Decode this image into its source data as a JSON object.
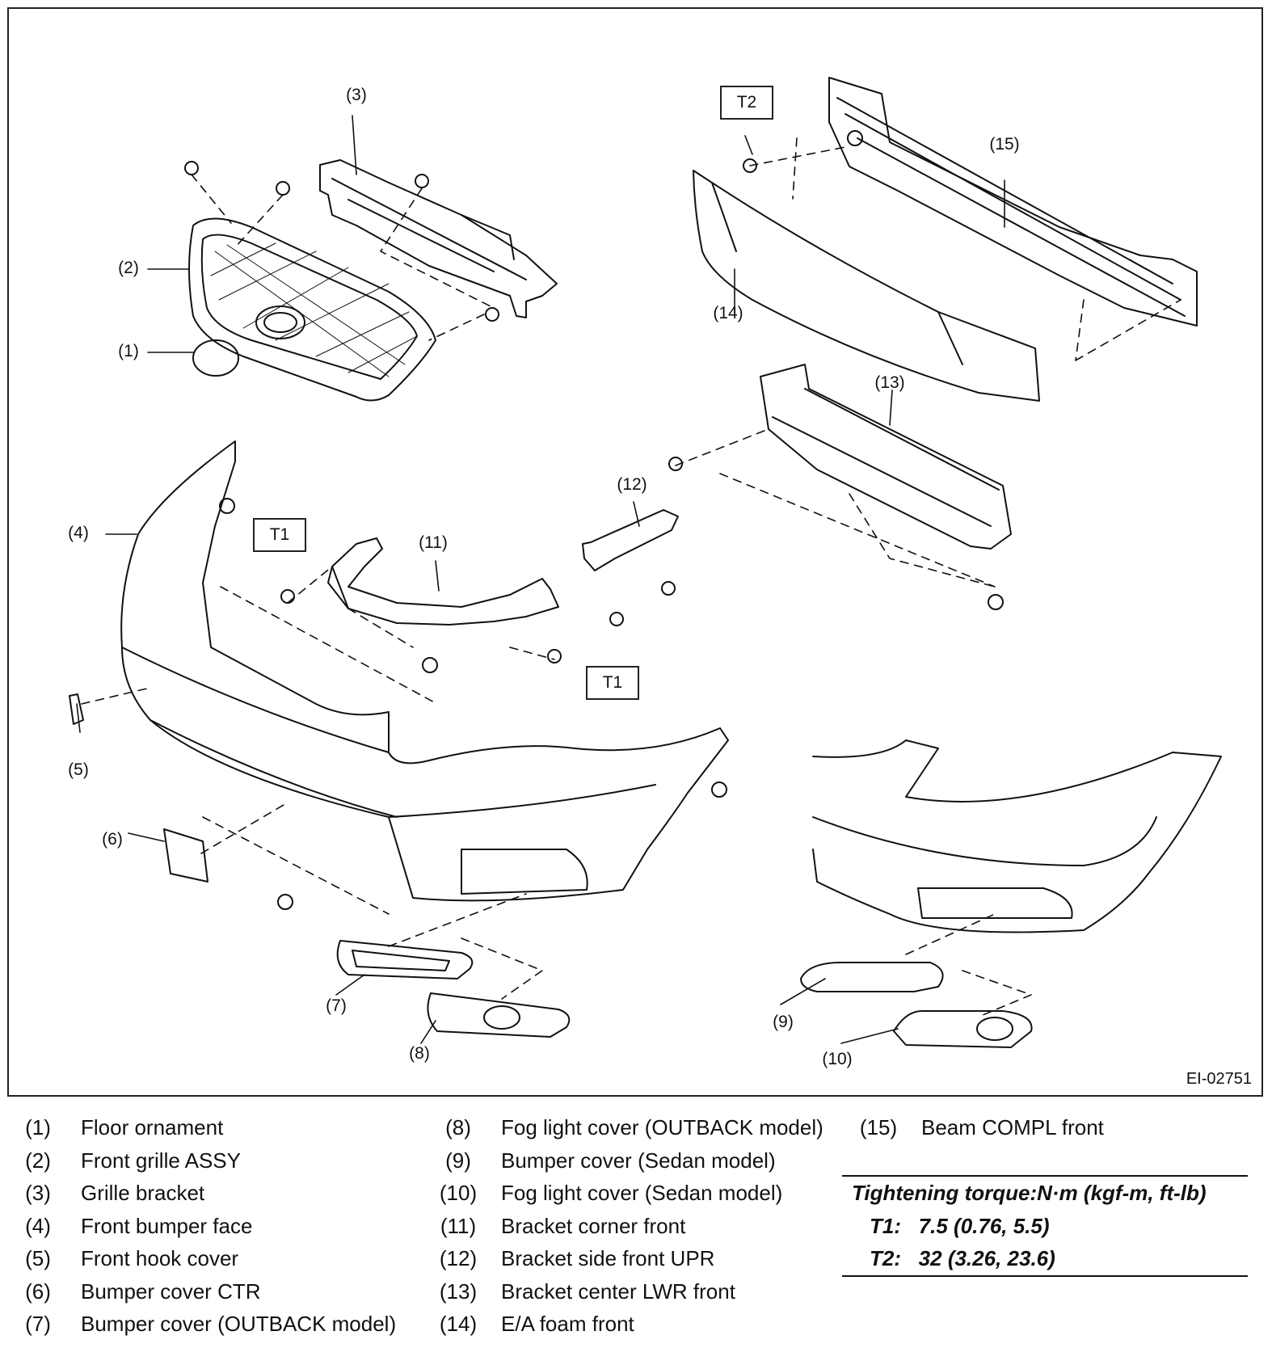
{
  "figure": {
    "id_label": "EI-02751",
    "callouts": {
      "c1": "(1)",
      "c2": "(2)",
      "c3": "(3)",
      "c4": "(4)",
      "c5": "(5)",
      "c6": "(6)",
      "c7": "(7)",
      "c8": "(8)",
      "c9": "(9)",
      "c10": "(10)",
      "c11": "(11)",
      "c12": "(12)",
      "c13": "(13)",
      "c14": "(14)",
      "c15": "(15)"
    },
    "torque_tags": {
      "t1a": "T1",
      "t1b": "T1",
      "t2": "T2"
    }
  },
  "legend": {
    "items": [
      {
        "num": "(1)",
        "name": "Floor ornament"
      },
      {
        "num": "(2)",
        "name": "Front grille ASSY"
      },
      {
        "num": "(3)",
        "name": "Grille bracket"
      },
      {
        "num": "(4)",
        "name": "Front bumper face"
      },
      {
        "num": "(5)",
        "name": "Front hook cover"
      },
      {
        "num": "(6)",
        "name": "Bumper cover CTR"
      },
      {
        "num": "(7)",
        "name": "Bumper cover (OUTBACK model)"
      },
      {
        "num": "(8)",
        "name": "Fog light cover (OUTBACK model)"
      },
      {
        "num": "(9)",
        "name": "Bumper cover (Sedan model)"
      },
      {
        "num": "(10)",
        "name": "Fog light cover (Sedan model)"
      },
      {
        "num": "(11)",
        "name": "Bracket corner front"
      },
      {
        "num": "(12)",
        "name": "Bracket side front UPR"
      },
      {
        "num": "(13)",
        "name": "Bracket center LWR front"
      },
      {
        "num": "(14)",
        "name": "E/A foam front"
      },
      {
        "num": "(15)",
        "name": "Beam COMPL front"
      }
    ],
    "torque": {
      "title": "Tightening torque:N·m (kgf-m, ft-lb)",
      "rows": [
        {
          "key": "T1:",
          "value": "7.5 (0.76, 5.5)"
        },
        {
          "key": "T2:",
          "value": "32 (3.26, 23.6)"
        }
      ]
    }
  }
}
